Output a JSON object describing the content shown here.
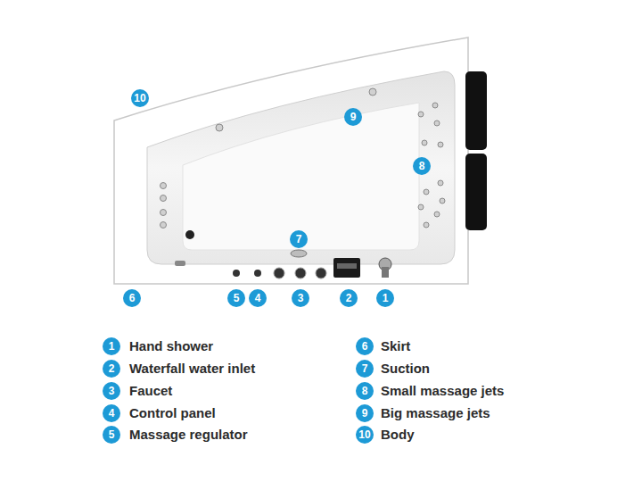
{
  "diagram": {
    "labels": [
      "10",
      "9",
      "8",
      "7",
      "6",
      "5",
      "4",
      "3",
      "2",
      "1",
      "1",
      "2",
      "3",
      "4",
      "5",
      "6",
      "7",
      "8",
      "9",
      "10"
    ],
    "legend": [
      {
        "text": "Hand shower"
      },
      {
        "text": "Waterfall water inlet"
      },
      {
        "text": "Faucet"
      },
      {
        "text": "Control panel"
      },
      {
        "text": "Massage regulator"
      },
      {
        "text": "Skirt"
      },
      {
        "text": "Suction"
      },
      {
        "text": "Small massage jets"
      },
      {
        "text": "Big massage jets"
      },
      {
        "text": "Body"
      }
    ]
  }
}
